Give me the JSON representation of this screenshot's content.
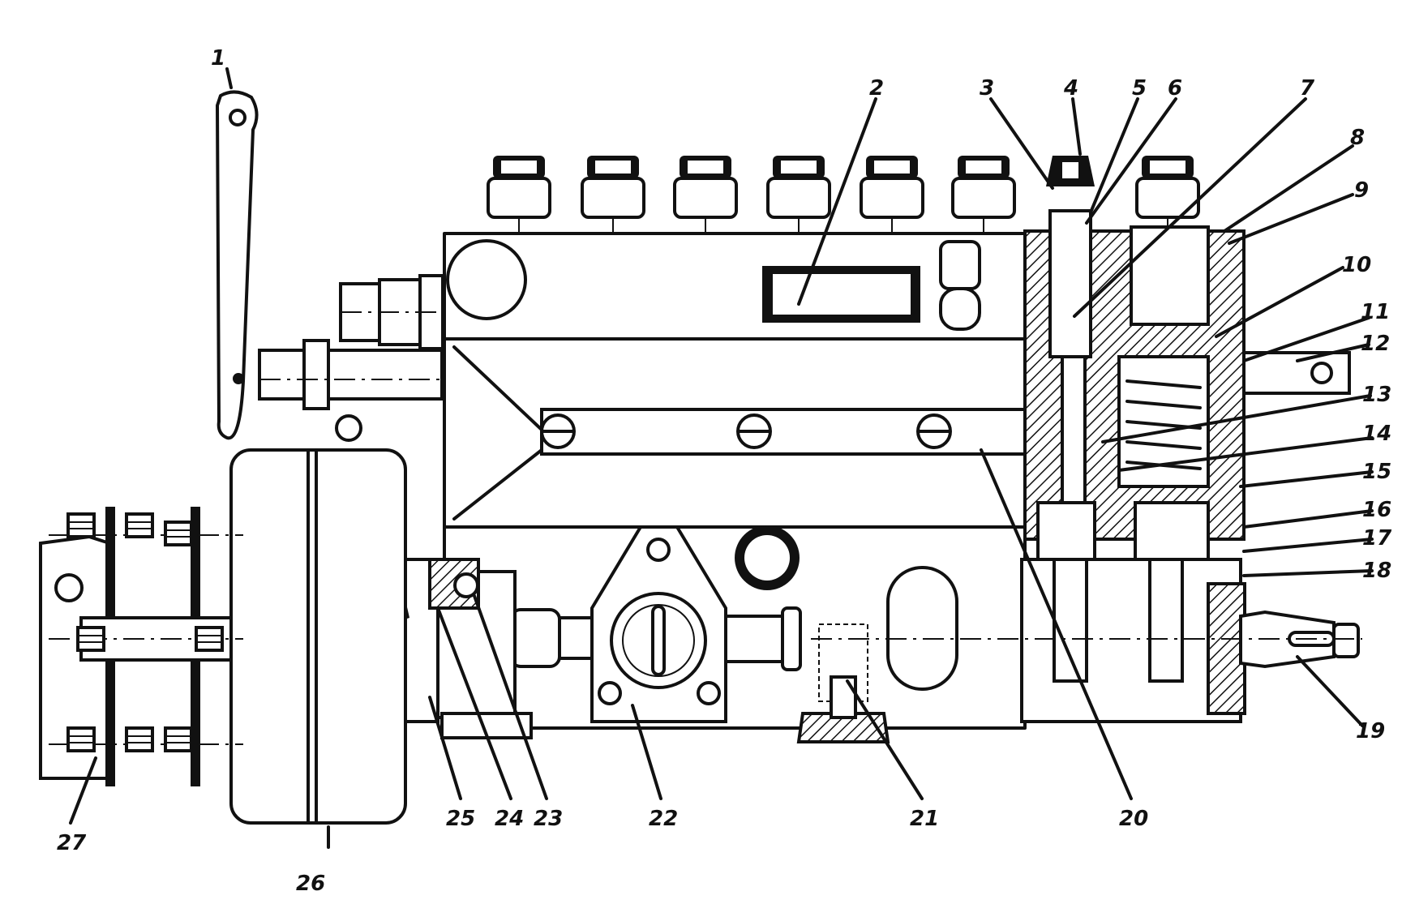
{
  "figure": {
    "labels": [
      "1",
      "2",
      "3",
      "4",
      "5",
      "6",
      "7",
      "8",
      "9",
      "10",
      "11",
      "12",
      "13",
      "14",
      "15",
      "16",
      "17",
      "18",
      "19",
      "20",
      "21",
      "22",
      "23",
      "24",
      "25",
      "26",
      "27"
    ]
  },
  "icons": {
    "hatch_pattern": "hatch-icon",
    "bolt": "bolt-icon",
    "screw": "screw-icon",
    "fitting": "delivery-valve-fitting-icon"
  },
  "colors": {
    "ink": "#111111",
    "paper": "#ffffff"
  }
}
